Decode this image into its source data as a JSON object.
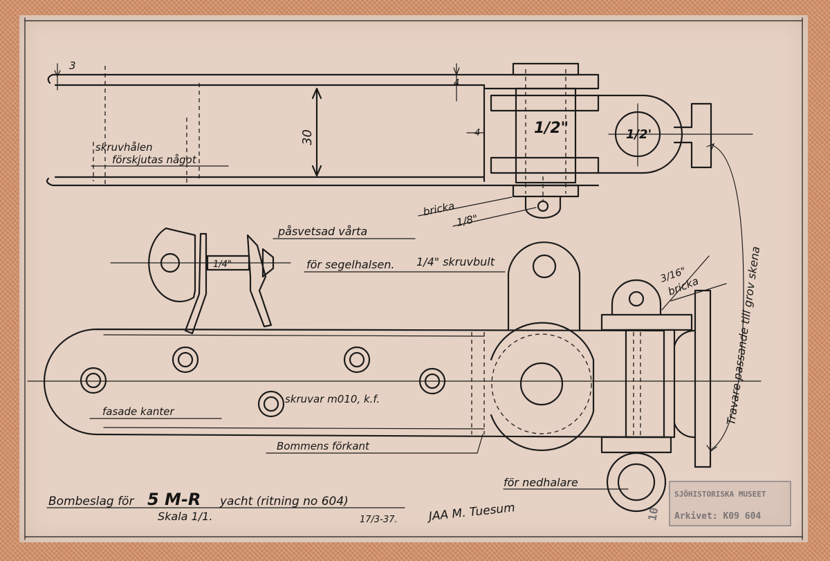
{
  "dimensions": {
    "top_offset": "3",
    "plate_thickness": "4",
    "height": "30",
    "side_gap": "4",
    "pin_main": "1/2\"",
    "pin_eye": "1/2'",
    "bolt": "1/4\"",
    "small_hole": "3/16\""
  },
  "notes": {
    "screw_holes_1": "skruvhålen",
    "screw_holes_2": "förskjutas något",
    "washer_top": "bricka",
    "washer_size": "1/8\"",
    "welded_1": "påsvetsad vårta",
    "welded_2": "för segelhalsen.",
    "bolt_note": "1/4\" skruvbult",
    "washer_right": "bricka",
    "shackle": "Travare passande till grov skena",
    "chamfered": "fasade kanter",
    "screws": "skruvar m010, k.f.",
    "boom_front": "Bommens förkant",
    "downhaul": "för nedhalare"
  },
  "title_block": {
    "title_prefix": "Bombeslag för",
    "title_class": "5 M-R",
    "title_suffix": "yacht (ritning no 604)",
    "scale": "Skala 1/1.",
    "date": "17/3-37.",
    "signature": "JAA M. Tuesum"
  },
  "stamp": {
    "line1": "SJÖHISTORISKA MUSEET",
    "line2": "Arkivet: K09 604",
    "number": "10"
  },
  "colors": {
    "paper": "#e6d2c4",
    "border": "#cf8f69",
    "ink": "#1b1b1b"
  }
}
